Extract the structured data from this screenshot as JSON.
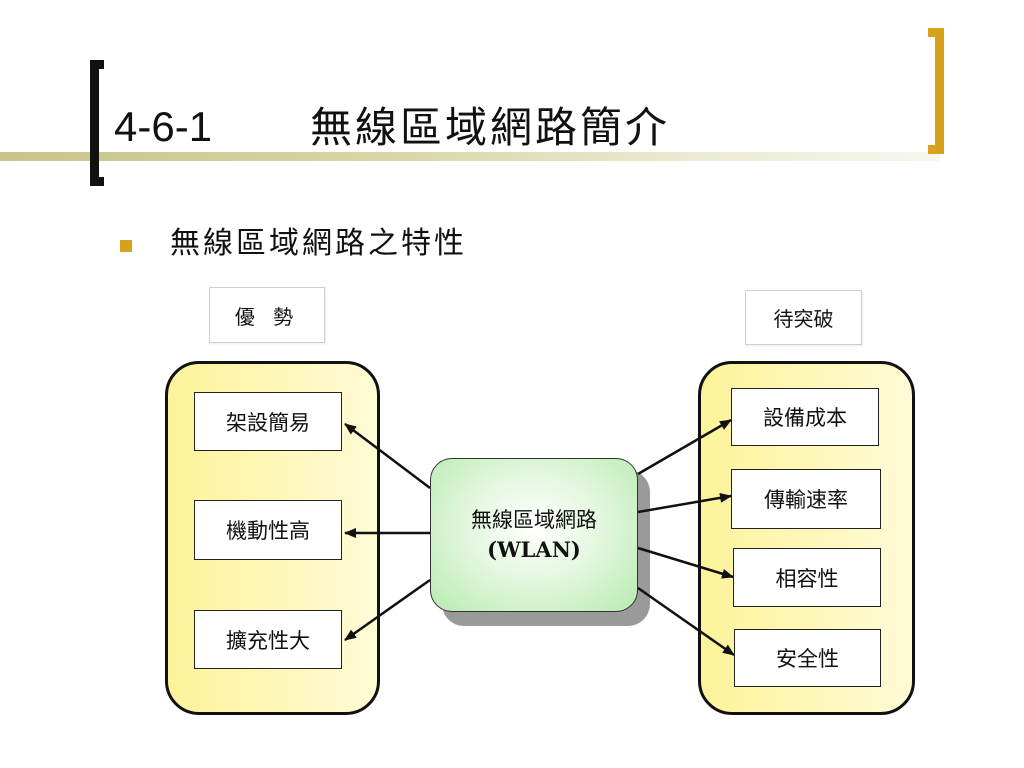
{
  "title": {
    "number": "4-6-1",
    "text": "無線區域網路簡介"
  },
  "bullet": {
    "text": "無線區域網路之特性"
  },
  "diagram": {
    "left_label": "優 勢",
    "right_label": "待突破",
    "center": {
      "line1": "無線區域網路",
      "line2": "(WLAN)"
    },
    "advantages": [
      "架設簡易",
      "機動性高",
      "擴充性大"
    ],
    "challenges": [
      "設備成本",
      "傳輸速率",
      "相容性",
      "安全性"
    ]
  },
  "colors": {
    "accent_gold": "#d9a21c",
    "column_fill": "#fdf39a",
    "center_fill": "#b7ebb0"
  }
}
